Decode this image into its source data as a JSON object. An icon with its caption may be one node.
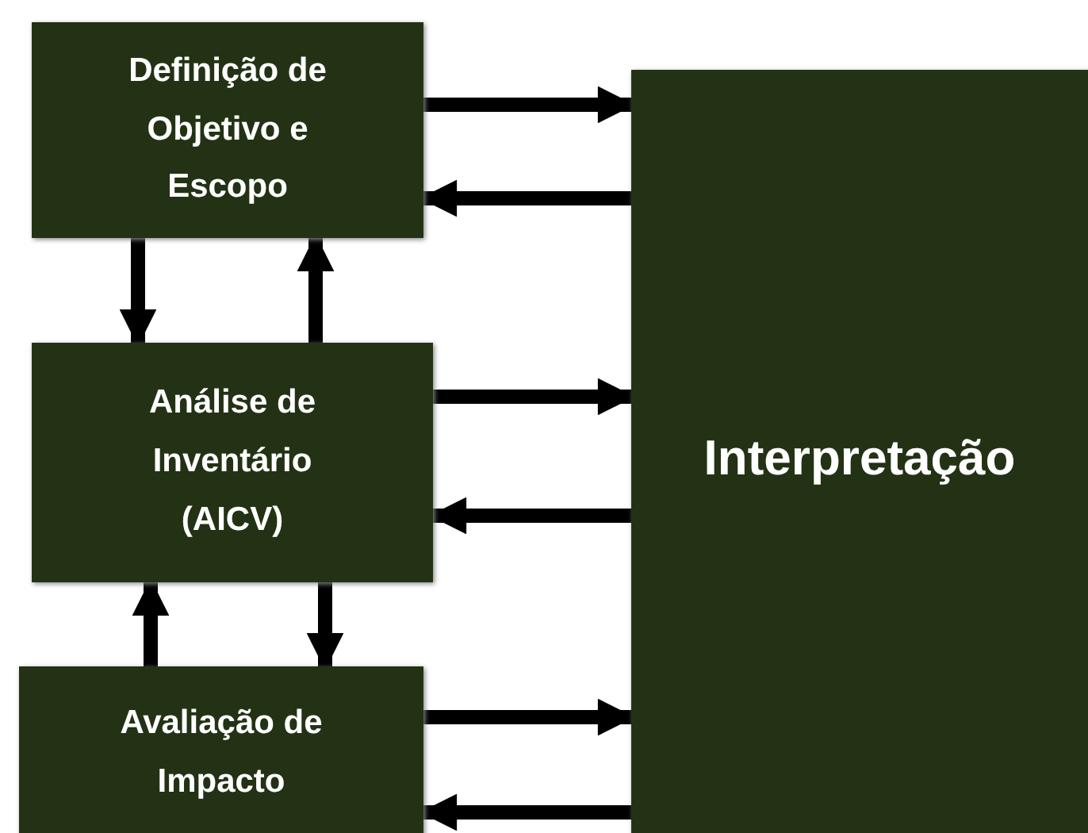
{
  "diagram": {
    "nodes": [
      {
        "text": [
          "Definição de Objetivo e Escopo"
        ]
      },
      {
        "text": [
          "Análise de Inventário",
          "(AICV)"
        ]
      },
      {
        "text": [
          "Avaliação de Impacto"
        ]
      },
      {
        "text": [
          "Interpretação"
        ]
      }
    ],
    "edges": [
      {
        "from": 0,
        "to": 3,
        "arrow": "to"
      },
      {
        "from": 3,
        "to": 0,
        "arrow": "to"
      },
      {
        "from": 0,
        "to": 1,
        "arrow": "to"
      },
      {
        "from": 1,
        "to": 0,
        "arrow": "to"
      },
      {
        "from": 1,
        "to": 3,
        "arrow": "to"
      },
      {
        "from": 3,
        "to": 1,
        "arrow": "to"
      },
      {
        "from": 2,
        "to": 1,
        "arrow": "to"
      },
      {
        "from": 1,
        "to": 2,
        "arrow": "to"
      },
      {
        "from": 2,
        "to": 3,
        "arrow": "to"
      },
      {
        "from": 3,
        "to": 2,
        "arrow": "to"
      }
    ]
  }
}
